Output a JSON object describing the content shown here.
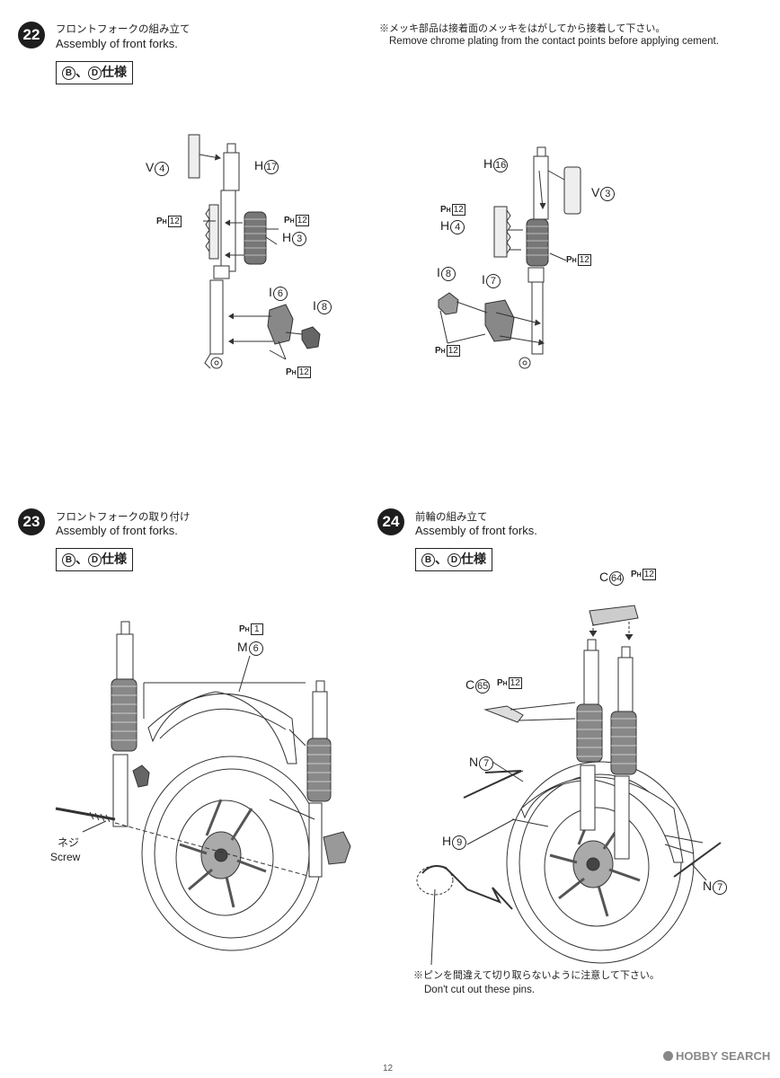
{
  "steps": [
    {
      "num": "22",
      "jp": "フロントフォークの組み立て",
      "en": "Assembly of front forks.",
      "spec": {
        "a": "B",
        "b": "D",
        "text": "仕様"
      }
    },
    {
      "num": "23",
      "jp": "フロントフォークの取り付け",
      "en": "Assembly of front forks.",
      "spec": {
        "a": "B",
        "b": "D",
        "text": "仕様"
      }
    },
    {
      "num": "24",
      "jp": "前輪の組み立て",
      "en": "Assembly of front forks.",
      "spec": {
        "a": "B",
        "b": "D",
        "text": "仕様"
      }
    }
  ],
  "notes": {
    "chrome_jp": "※メッキ部品は接着面のメッキをはがしてから接着して下さい。",
    "chrome_en": "Remove chrome plating from the contact points before applying cement.",
    "pins_jp": "※ピンを間違えて切り取らないように注意して下さい。",
    "pins_en": "Don't cut out these pins."
  },
  "parts": {
    "l22_v4": {
      "letter": "V",
      "num": "4"
    },
    "l22_h17": {
      "letter": "H",
      "num": "17"
    },
    "l22_h3": {
      "letter": "H",
      "num": "3"
    },
    "l22_i6": {
      "letter": "I",
      "num": "6"
    },
    "l22_i8": {
      "letter": "I",
      "num": "8"
    },
    "r22_h16": {
      "letter": "H",
      "num": "16"
    },
    "r22_v3": {
      "letter": "V",
      "num": "3"
    },
    "r22_h4": {
      "letter": "H",
      "num": "4"
    },
    "r22_i8": {
      "letter": "I",
      "num": "8"
    },
    "r22_i7": {
      "letter": "I",
      "num": "7"
    },
    "s23_m6": {
      "letter": "M",
      "num": "6"
    },
    "s24_c64": {
      "letter": "C",
      "num": "64"
    },
    "s24_c65": {
      "letter": "C",
      "num": "65"
    },
    "s24_n7a": {
      "letter": "N",
      "num": "7"
    },
    "s24_h9": {
      "letter": "H",
      "num": "9"
    },
    "s24_n7b": {
      "letter": "N",
      "num": "7"
    }
  },
  "ph": {
    "prefix": "P",
    "sub": "H",
    "p12": "12",
    "p1": "1"
  },
  "screw": {
    "jp": "ネジ",
    "en": "Screw"
  },
  "watermark": "HOBBY SEARCH",
  "page_number": "12"
}
